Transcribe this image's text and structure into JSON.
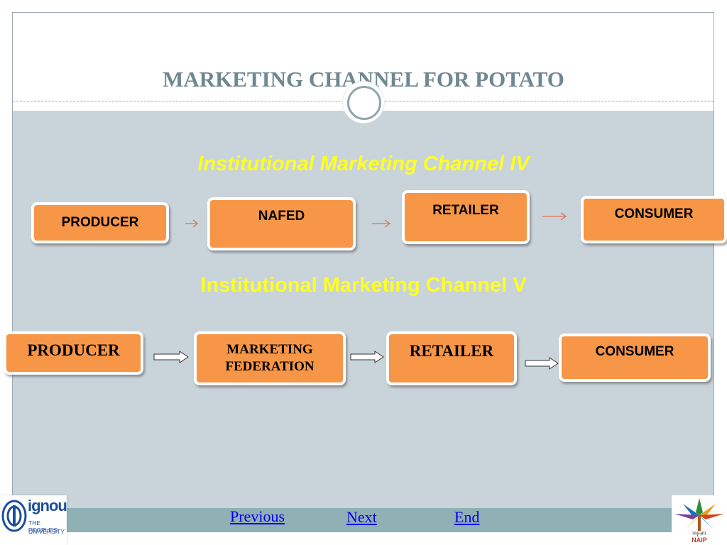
{
  "slide": {
    "title": "MARKETING CHANNEL FOR POTATO"
  },
  "channel_iv": {
    "heading": "Institutional Marketing Channel IV",
    "nodes": [
      "PRODUCER",
      "NAFED",
      "RETAILER",
      "CONSUMER"
    ]
  },
  "channel_v": {
    "heading": "Institutional Marketing Channel V",
    "nodes": [
      "PRODUCER",
      "MARKETING FEDERATION",
      "RETAILER",
      "CONSUMER"
    ]
  },
  "nav": {
    "previous": "Previous",
    "next": "Next",
    "end": "End"
  },
  "logos": {
    "left_text": "ignou",
    "left_tagline_1": "THE PEOPLE'S",
    "left_tagline_2": "UNIVERSITY",
    "right_caption_1": "राकृअप",
    "right_caption_2": "NAIP"
  },
  "colors": {
    "box_fill": "#f79646",
    "heading_yellow": "#ffff22",
    "title_gray": "#6f8790",
    "slide_bg": "#c8d3da",
    "footer_bar": "#8fb0b5",
    "thin_arrow": "#e07050"
  }
}
